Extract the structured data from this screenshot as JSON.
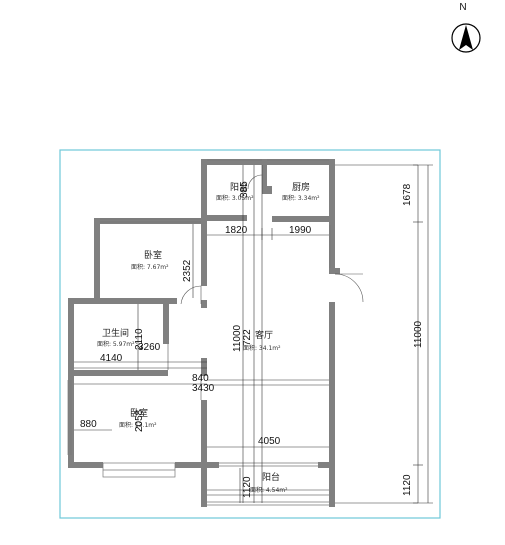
{
  "compass": {
    "label": "N"
  },
  "rooms": {
    "balcony_top": {
      "name": "阳台",
      "area": "面积: 3.05m²"
    },
    "kitchen": {
      "name": "厨房",
      "area": "面积: 3.34m²"
    },
    "bedroom_1": {
      "name": "卧室",
      "area": "面积: 7.67m²"
    },
    "bathroom": {
      "name": "卫生间",
      "area": "面积: 5.97m²"
    },
    "living_room": {
      "name": "客厅",
      "area": "面积: 34.1m²"
    },
    "bedroom_2": {
      "name": "卧室",
      "area": "面积: 13.1m²"
    },
    "balcony_bottom": {
      "name": "阳台",
      "area": "面积: 4.54m²"
    }
  },
  "dimensions": {
    "right_top": "1678",
    "right_total": "11000",
    "right_bottom": "1120",
    "top_left": "1820",
    "top_right": "1990",
    "bedroom_height": "2352",
    "center_total": "11000",
    "center_722": "722",
    "bath_height": "2110",
    "bath_3260": "3260",
    "width_4140": "4140",
    "mid_840": "840",
    "mid_3430": "3430",
    "bed2_880": "880",
    "bed2_2058": "2058",
    "width_4050": "4050",
    "bottom_1120": "1120",
    "balcony_385": "385"
  },
  "colors": {
    "wall": "#808080",
    "frame": "#6ec8d8",
    "dim_line": "#333333"
  }
}
